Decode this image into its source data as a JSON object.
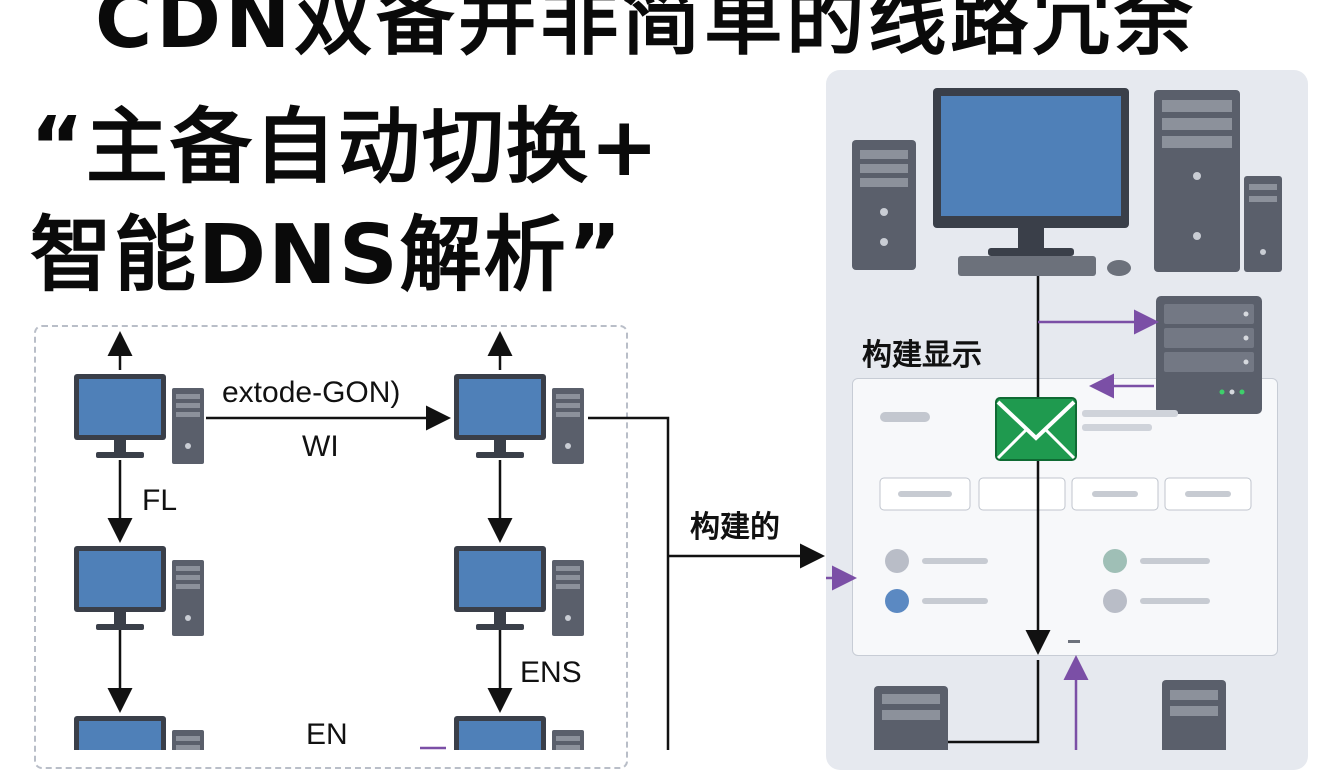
{
  "header": {
    "top_title": "CDN双备并非简单的线路冗余",
    "line1": "“主备自动切换+",
    "line2": "智能DNS解析”"
  },
  "left_network": {
    "labels": {
      "top_link": "extode-GON)",
      "top_sub": "WI",
      "left_down": "FL",
      "right_down": "ENS",
      "bottom": "EN"
    }
  },
  "connector_label": "构建的",
  "right_panel": {
    "section_label": "构建显示",
    "email_icon": "envelope-icon"
  },
  "colors": {
    "monitor_screen": "#4f80b8",
    "tower": "#5a5f6b",
    "accent_purple": "#7b4fa6",
    "email_green": "#1f9a4f",
    "panel_bg": "#e6e9ef"
  }
}
